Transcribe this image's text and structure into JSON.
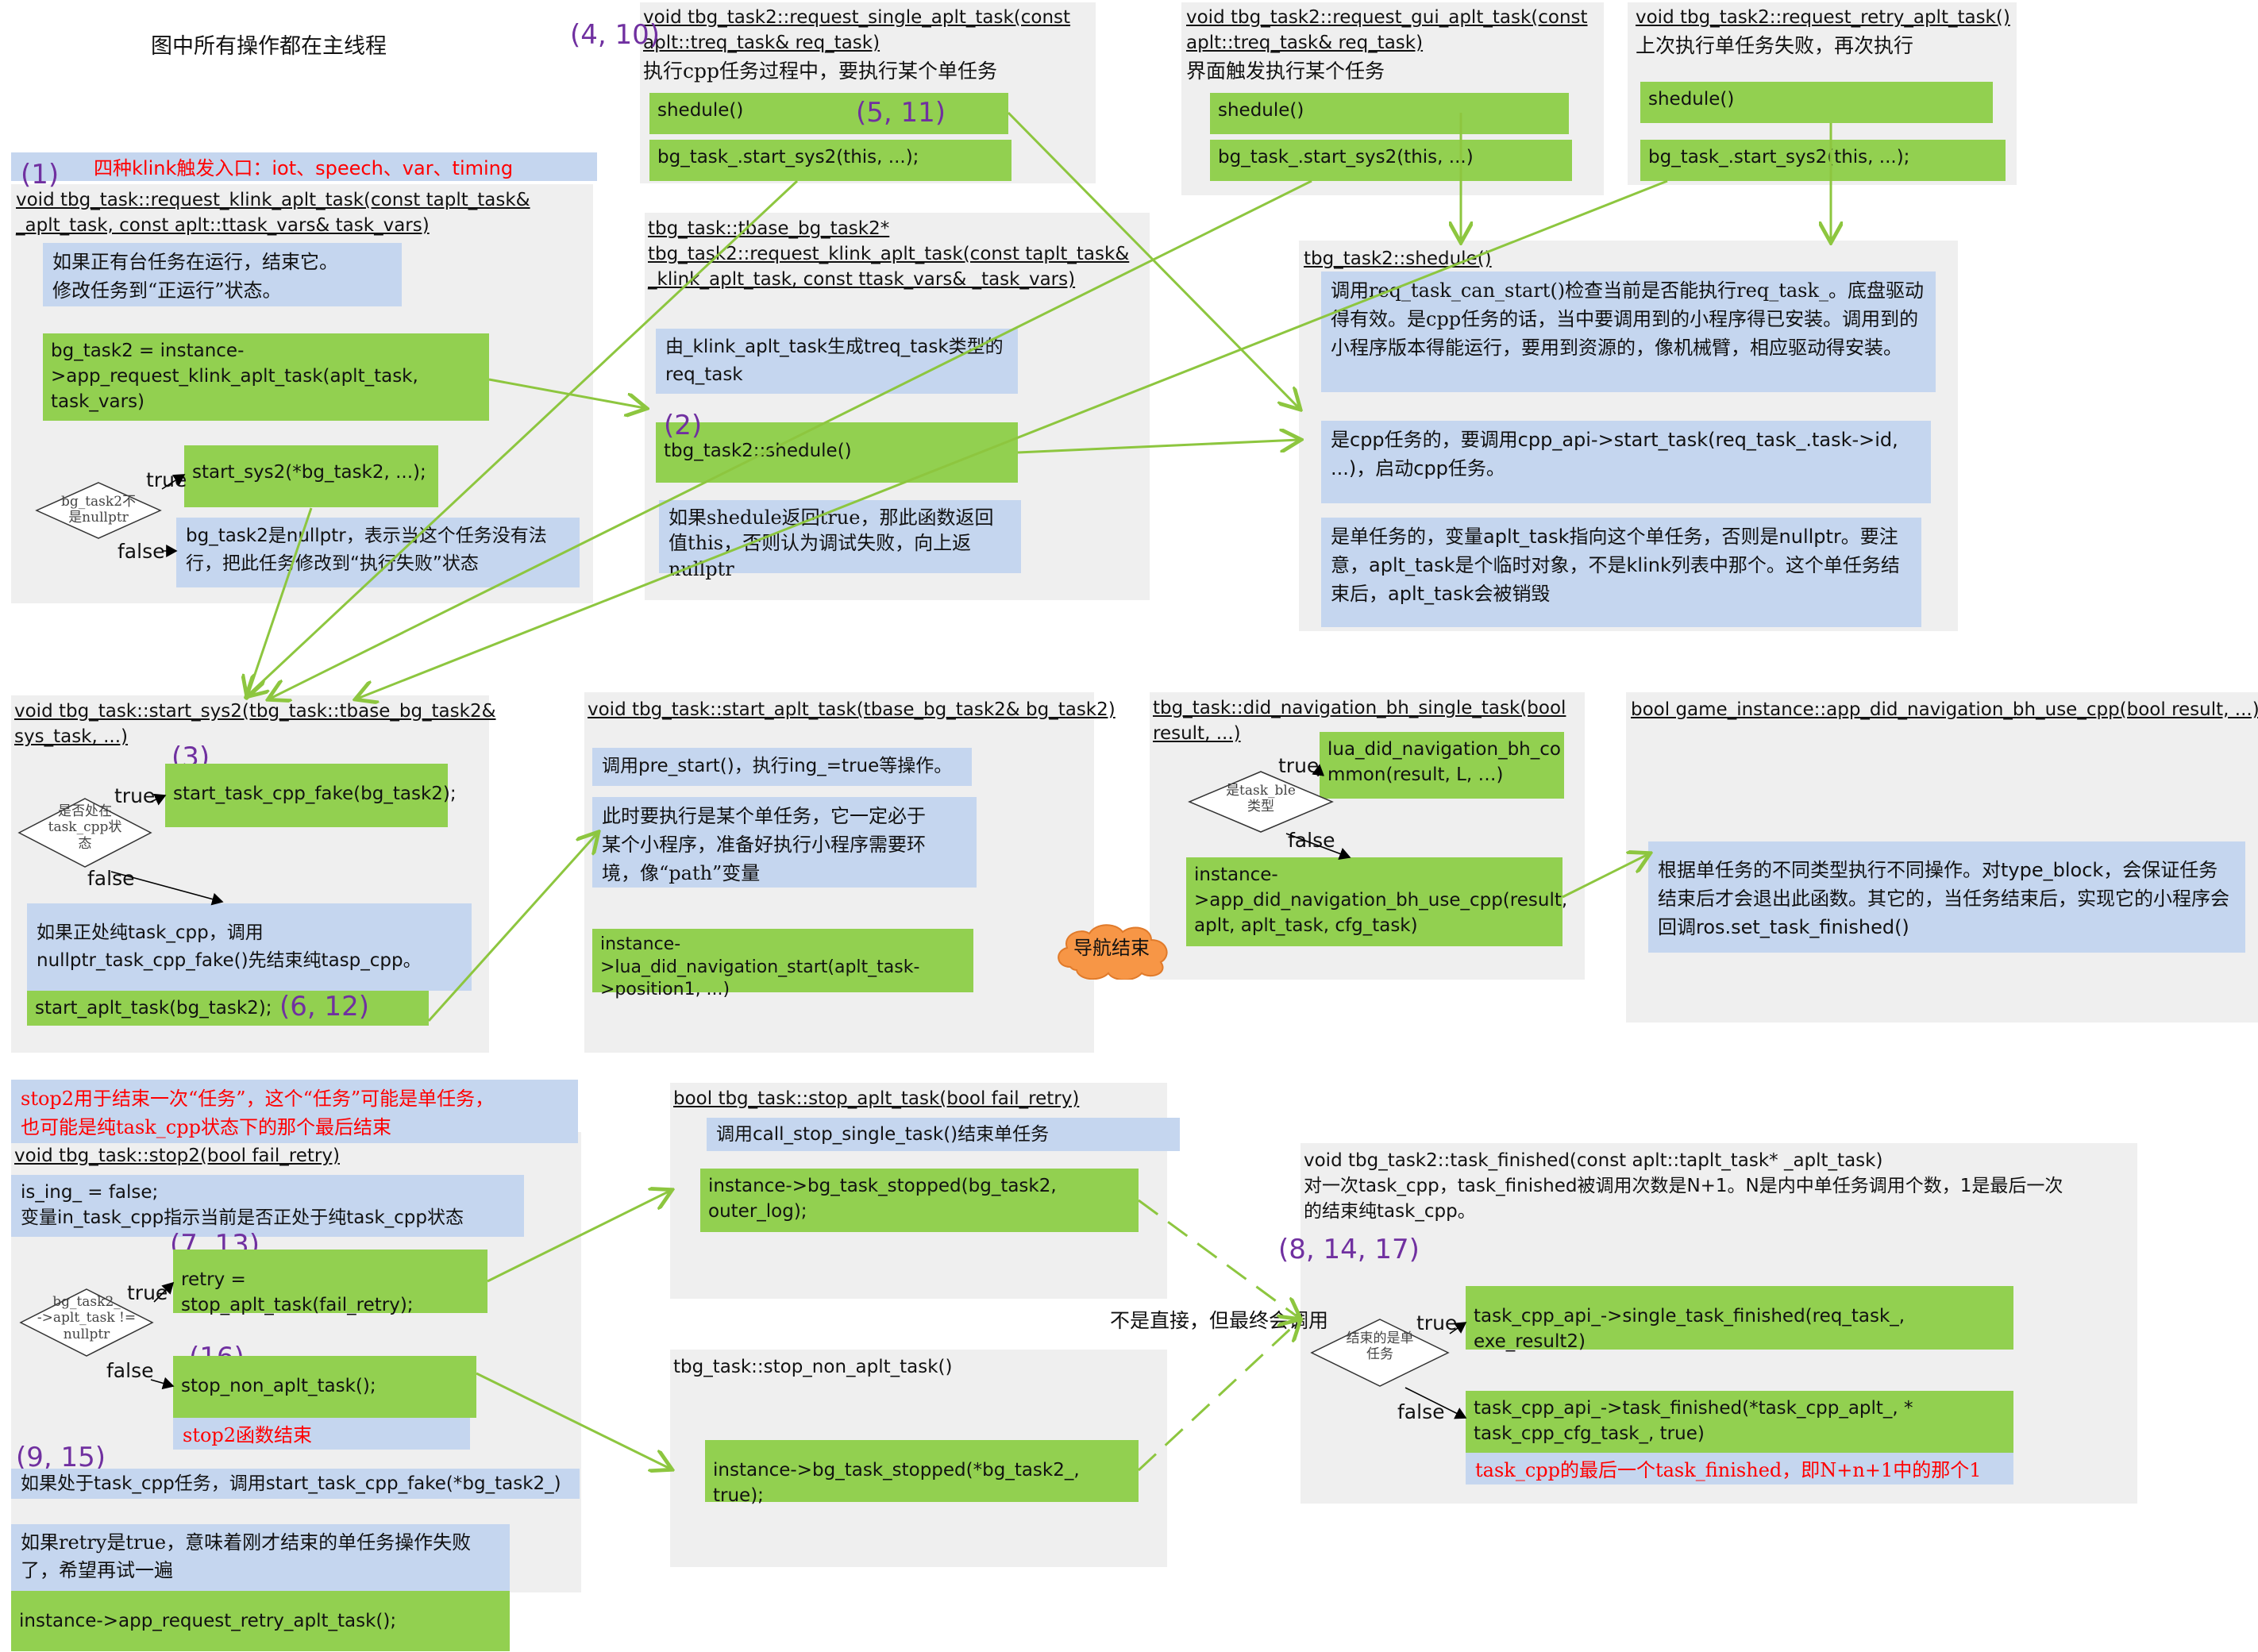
{
  "header": {
    "note": "图中所有操作都在主线程",
    "entry": "四种klink触发入口：iot、speech、var、timing"
  },
  "steps": {
    "s1": "(1)",
    "s2": "(2)",
    "s3": "(3)",
    "s4_10": "(4, 10)",
    "s5_11": "(5, 11)",
    "s6_12": "(6, 12)",
    "s7_13": "(7, 13)",
    "s8_14_17": "(8, 14, 17)",
    "s9_15": "(9, 15)",
    "s16": "(16)"
  },
  "labels": {
    "true": "true",
    "false": "false"
  },
  "klink": {
    "sig1": "void tbg_task::request_klink_aplt_task(const taplt_task&",
    "sig2": "_aplt_task, const aplt::ttask_vars& task_vars)",
    "desc": "如果正有台任务在运行，结束它。\n修改任务到“正运行”状态。",
    "call": "bg_task2 = instance-\n>app_request_klink_aplt_task(aplt_task,\ntask_vars)",
    "start": "start_sys2(*bg_task2, ...);",
    "diamond": "bg_task2不\n是nullptr",
    "fail": "bg_task2是nullptr，表示当这个任务没有法\n行，把此任务修改到“执行失败”状态"
  },
  "req_single": {
    "sig": "void tbg_task2::request_single_aplt_task(const\naplt::treq_task& req_task)",
    "desc": "执行cpp任务过程中，要执行某个单任务",
    "shedule": "shedule()",
    "start": "bg_task_.start_sys2(this, ...);"
  },
  "req_gui": {
    "sig": "void tbg_task2::request_gui_aplt_task(const\naplt::treq_task& req_task)",
    "desc": "界面触发执行某个任务",
    "shedule": "shedule()",
    "start": "bg_task_.start_sys2(this, ...)"
  },
  "req_retry": {
    "sig": "void tbg_task2::request_retry_aplt_task()",
    "desc": "上次执行单任务失败，再次执行",
    "shedule": "shedule()",
    "start": "bg_task_.start_sys2(this, ...);"
  },
  "tbase": {
    "sig": "tbg_task::tbase_bg_task2*\ntbg_task2::request_klink_aplt_task(const taplt_task&\n_klink_aplt_task, const ttask_vars& _task_vars)",
    "gen": "由_klink_aplt_task生成treq_task类型的\nreq_task",
    "shedule": "tbg_task2::shedule()",
    "ret": "如果shedule返回true，那此函数返回\n值this，否则认为调试失败，向上返\nnullptr"
  },
  "shedule": {
    "sig": "tbg_task2::shedule()",
    "b1": "调用req_task_can_start()检查当前是否能执行req_task_。底盘驱动得有效。是cpp任务的话，当中要调用到的小程序得已安装。调用到的小程序版本得能运行，要用到资源的，像机械臂，相应驱动得安装。",
    "b2": "是cpp任务的，要调用cpp_api->start_task(req_task_.task->id, ...)，启动cpp任务。",
    "b3": "是单任务的，变量aplt_task指向这个单任务，否则是nullptr。要注意，aplt_task是个临时对象，不是klink列表中那个。这个单任务结束后，aplt_task会被销毁"
  },
  "start_sys2": {
    "sig": "void tbg_task::start_sys2(tbg_task::tbase_bg_task2&\nsys_task, ...)",
    "diamond": "是否处在\ntask_cpp状\n态",
    "fake": "start_task_cpp_fake(bg_task2);",
    "desc": "如果正处纯task_cpp，调用\nnullptr_task_cpp_fake()先结束纯tasp_cpp。",
    "start": "start_aplt_task(bg_task2);"
  },
  "start_aplt": {
    "sig": "void tbg_task::start_aplt_task(tbase_bg_task2& bg_task2)",
    "pre": "调用pre_start()，执行ing_=true等操作。",
    "desc": "此时要执行是某个单任务，它一定必于\n某个小程序，准备好执行小程序需要环\n境，像“path”变量",
    "call": "instance-\n>lua_did_navigation_start(aplt_task-\n>position1, ...)"
  },
  "did_nav": {
    "sig": "tbg_task::did_navigation_bh_single_task(bool\nresult, ...)",
    "diamond": "是task_ble\n类型",
    "lua": "lua_did_navigation_bh_co\nmmon(result, L, …)",
    "call": "instance-\n>app_did_navigation_bh_use_cpp(result,\naplt, aplt_task, cfg_task)",
    "cloud": "导航结束"
  },
  "game": {
    "sig": "bool game_instance::app_did_navigation_bh_use_cpp(bool result, ...)",
    "desc": "根据单任务的不同类型执行不同操作。对type_block，会保证任务结束后才会退出此函数。其它的，当任务结束后，实现它的小程序会回调ros.set_task_finished()"
  },
  "stop2": {
    "note": "stop2用于结束一次“任务”，这个“任务”可能是单任务，\n也可能是纯task_cpp状态下的那个最后结束",
    "sig": "void tbg_task::stop2(bool fail_retry)",
    "desc": "is_ing_ = false;\n变量in_task_cpp指示当前是否正处于纯task_cpp状态",
    "diamond": "bg_task2_\n->aplt_task !=\nnullptr",
    "retry": "retry = stop_aplt_task(fail_retry);",
    "nonaplt": "stop_non_aplt_task();",
    "end": "stop2函数结束",
    "fake": "如果处于task_cpp任务，调用start_task_cpp_fake(*bg_task2_)",
    "retry_desc": "如果retry是true，意味着刚才结束的单任务操作失败\n了，希望再试一遍",
    "retry_call": "instance->app_request_retry_aplt_task();"
  },
  "stop_aplt": {
    "sig": "bool tbg_task::stop_aplt_task(bool fail_retry)",
    "desc": "调用call_stop_single_task()结束单任务",
    "call": "instance->bg_task_stopped(bg_task2,\nouter_log);"
  },
  "stop_non": {
    "sig": "tbg_task::stop_non_aplt_task()",
    "call": "instance->bg_task_stopped(*bg_task2_, true);"
  },
  "middle_note": "不是直接，但最终会调用",
  "finished": {
    "sig": "void tbg_task2::task_finished(const aplt::taplt_task* _aplt_task)",
    "desc": "对一次task_cpp，task_finished被调用次数是N+1。N是内中单任务调用个数，1是最后一次\n的结束纯task_cpp。",
    "diamond": "结束的是单\n任务",
    "single": "task_cpp_api_->single_task_finished(req_task_, exe_result2)",
    "all": "task_cpp_api_->task_finished(*task_cpp_aplt_, *\ntask_cpp_cfg_task_, true)",
    "note": "task_cpp的最后一个task_finished，即N+n+1中的那个1"
  },
  "colors": {
    "green": "#92d050",
    "blue": "#c5d6ef",
    "panel": "#efefef",
    "step": "#7030a0",
    "arrow": "#8dc63f",
    "cloud": "#f79646"
  }
}
